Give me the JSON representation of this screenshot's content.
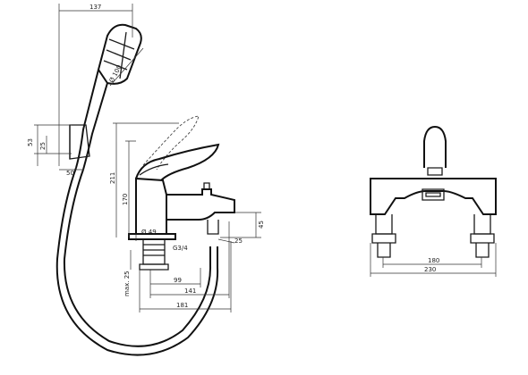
{
  "labels": {
    "w137": "137",
    "d100": "Ø 100",
    "d53": "53",
    "d25": "25",
    "d50": "50",
    "d211": "211",
    "d170": "170",
    "d49": "Ø 49",
    "g34": "G3/4",
    "d45": "45",
    "d251": "25",
    "maxlbl": "max. 25",
    "d99": "99",
    "d141": "141",
    "d181": "181",
    "d180": "180",
    "d230": "230"
  }
}
